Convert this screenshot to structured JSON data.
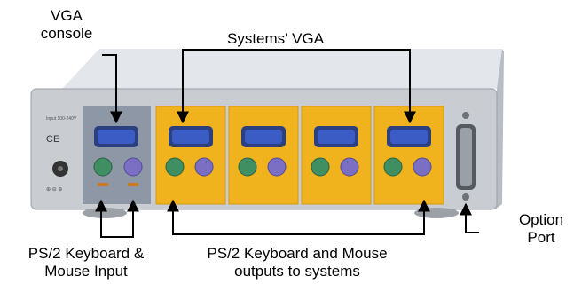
{
  "labels": {
    "vga_console_line1": "VGA",
    "vga_console_line2": "console",
    "systems_vga": "Systems' VGA",
    "ps2_input_line1": "PS/2 Keyboard &",
    "ps2_input_line2": "Mouse Input",
    "ps2_outputs_line1": "PS/2 Keyboard and Mouse",
    "ps2_outputs_line2": "outputs to systems",
    "option_port_line1": "Option",
    "option_port_line2": "Port"
  },
  "device": {
    "system_port_count": 4
  },
  "colors": {
    "chassis": "#c9ccd1",
    "chassis_top": "#dfe2e6",
    "console_panel": "#8e97a6",
    "system_panel": "#f0b21d",
    "vga_port": "#3b5cc4",
    "keyboard_port": "#3f8f63",
    "mouse_port": "#7a6fc2",
    "arrow": "#000000"
  }
}
